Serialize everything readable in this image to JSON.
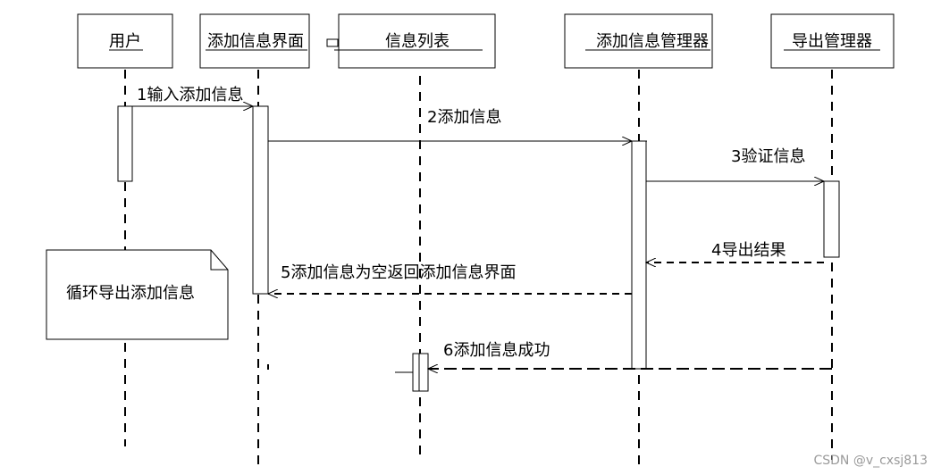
{
  "participants": [
    {
      "id": "user",
      "label": "用户"
    },
    {
      "id": "add_ui",
      "label": "添加信息界面"
    },
    {
      "id": "info_list",
      "label": "信息列表"
    },
    {
      "id": "add_mgr",
      "label": "添加信息管理器"
    },
    {
      "id": "export_mgr",
      "label": "导出管理器"
    }
  ],
  "messages": [
    {
      "id": "m1",
      "label": "1输入添加信息",
      "from": "user",
      "to": "add_ui",
      "style": "solid"
    },
    {
      "id": "m2",
      "label": "2添加信息",
      "from": "add_ui",
      "to": "add_mgr",
      "style": "solid"
    },
    {
      "id": "m3",
      "label": "3验证信息",
      "from": "add_mgr",
      "to": "export_mgr",
      "style": "solid"
    },
    {
      "id": "m4",
      "label": "4导出结果",
      "from": "export_mgr",
      "to": "add_mgr",
      "style": "dashed"
    },
    {
      "id": "m5",
      "label": "5添加信息为空返回添加信息界面",
      "from": "add_mgr",
      "to": "add_ui",
      "style": "dashed"
    },
    {
      "id": "m6",
      "label": "6添加信息成功",
      "from": "export_mgr",
      "to": "info_list",
      "style": "dashed"
    }
  ],
  "note": {
    "label": "循环导出添加信息"
  },
  "watermark": "CSDN @v_cxsj813"
}
